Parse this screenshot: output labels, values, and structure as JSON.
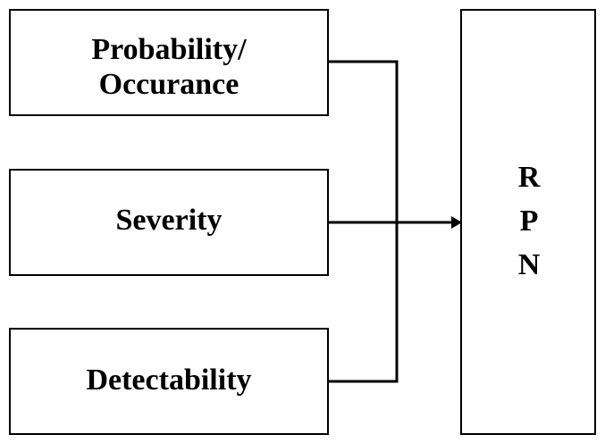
{
  "inputs": {
    "probability": {
      "line1": "Probability/",
      "line2": "Occurance"
    },
    "severity": {
      "label": "Severity"
    },
    "detectability": {
      "label": "Detectability"
    }
  },
  "output": {
    "letters": [
      "R",
      "P",
      "N"
    ]
  }
}
